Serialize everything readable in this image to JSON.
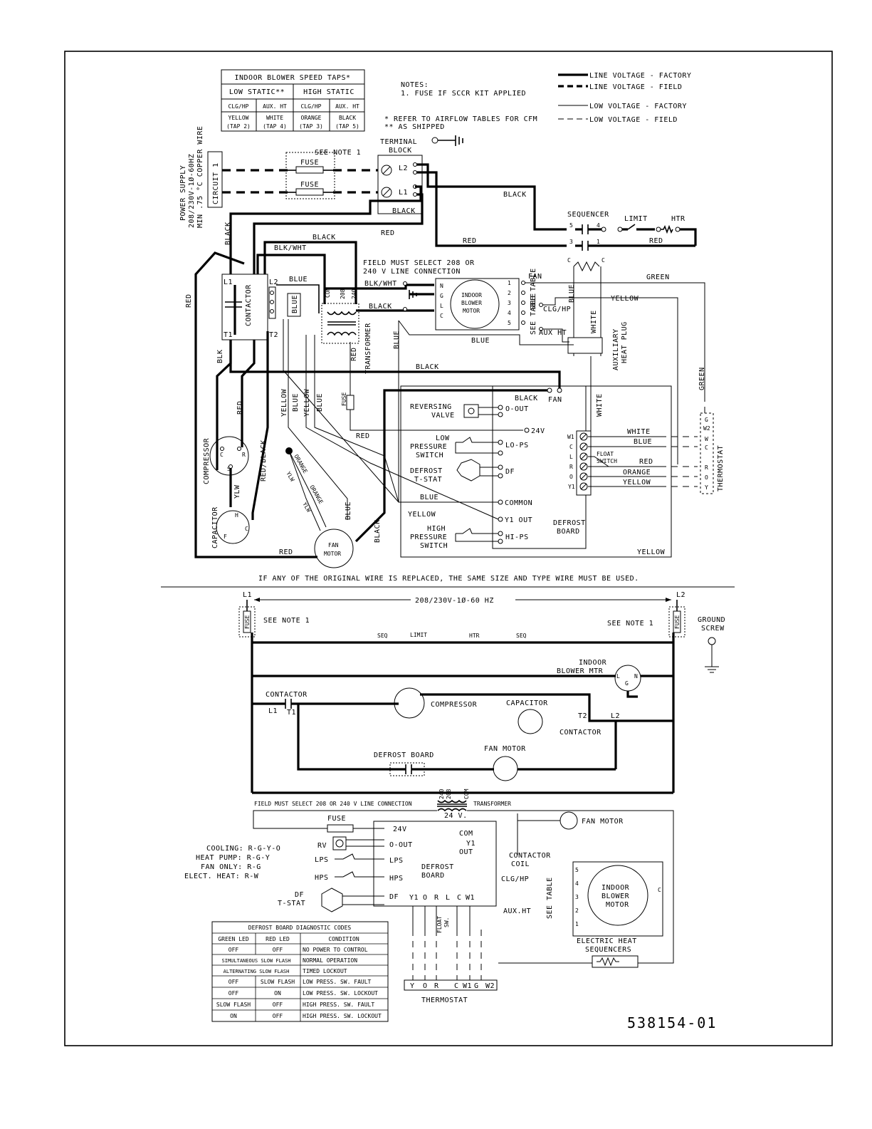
{
  "speed_taps": {
    "title": "INDOOR BLOWER SPEED TAPS*",
    "groups": [
      "LOW STATIC**",
      "HIGH STATIC"
    ],
    "modes": [
      "CLG/HP",
      "AUX. HT",
      "CLG/HP",
      "AUX. HT"
    ],
    "colors": [
      "YELLOW",
      "WHITE",
      "ORANGE",
      "BLACK"
    ],
    "taps": [
      "(TAP 2)",
      "(TAP 4)",
      "(TAP 3)",
      "(TAP 5)"
    ]
  },
  "notes": {
    "title": "NOTES:",
    "note1": "1. FUSE IF SCCR KIT APPLIED",
    "star1": "* REFER TO AIRFLOW TABLES FOR CFM",
    "star2": "** AS SHIPPED"
  },
  "legend": [
    {
      "label": "LINE VOLTAGE - FACTORY",
      "style": "thick-solid"
    },
    {
      "label": "LINE VOLTAGE - FIELD",
      "style": "thick-dashed"
    },
    {
      "label": "LOW VOLTAGE - FACTORY",
      "style": "thin-solid"
    },
    {
      "label": "LOW VOLTAGE - FIELD",
      "style": "thin-dashed"
    }
  ],
  "top": {
    "power_supply": [
      "POWER SUPPLY",
      "208/230V-1Ø-60HZ",
      "MIN .75 °C COPPER WIRE"
    ],
    "circuit": "CIRCUIT 1",
    "see_note": "SEE NOTE 1",
    "fuse": "FUSE",
    "terminal_block": [
      "TERMINAL",
      "BLOCK"
    ],
    "tb_l2": "L2",
    "tb_l1": "L1",
    "sequencer": "SEQUENCER",
    "limit": "LIMIT",
    "htr": "HTR",
    "seq_5": "5",
    "seq_4": "4",
    "seq_3": "3",
    "seq_1": "1",
    "seq_c1": "C",
    "seq_c2": "C",
    "field_select": [
      "FIELD MUST SELECT 208 OR",
      "240 V LINE CONNECTION"
    ],
    "contactor": "CONTACTOR",
    "ct_l1": "L1",
    "ct_l2": "L2",
    "ct_t1": "T1",
    "ct_t2": "T2",
    "xfmr": "TRANSFORMER",
    "xfmr_com": "COM",
    "xfmr_208": "208",
    "xfmr_240": "240",
    "blower_motor": [
      "INDOOR",
      "BLOWER",
      "MOTOR"
    ],
    "motor_pins_left": [
      "N",
      "G",
      "L",
      "C"
    ],
    "motor_pins_right": [
      "1",
      "2",
      "3",
      "4",
      "5"
    ],
    "fan": "FAN",
    "see_table1": "SEE TABLE",
    "see_table2": "SEE TABLE",
    "clg_hp": "CLG/HP",
    "aux_ht": "AUX HT",
    "aux_plug": [
      "AUXILIARY",
      "HEAT PLUG"
    ],
    "compressor": "COMPRESSOR",
    "capacitor": "CAPACITOR",
    "fan_motor": [
      "FAN",
      "MOTOR"
    ],
    "comp_c": "C",
    "comp_r": "R",
    "comp_s": "S",
    "cap_h": "H",
    "cap_f": "F",
    "cap_c": "C",
    "reversing_valve": [
      "REVERSING",
      "VALVE"
    ],
    "low_ps": [
      "LOW",
      "PRESSURE",
      "SWITCH"
    ],
    "defrost_tstat": [
      "DEFROST",
      "T-STAT"
    ],
    "high_ps": [
      "HIGH",
      "PRESSURE",
      "SWITCH"
    ],
    "board_terms": [
      "FAN",
      "O-OUT",
      "24V",
      "LO-PS",
      "DF",
      "COMMON",
      "Y1 OUT",
      "HI-PS"
    ],
    "defrost_board": [
      "DEFROST",
      "BOARD"
    ],
    "thermo_terms": [
      "W1",
      "C",
      "L",
      "R",
      "O",
      "Y1"
    ],
    "float_switch": [
      "FLOAT",
      "SWITCH"
    ],
    "thermostat": "THERMOSTAT",
    "thermo_letters": [
      "G",
      "W2",
      "W",
      "C",
      "R",
      "O",
      "Y"
    ],
    "wires": {
      "black": "BLACK",
      "red": "RED",
      "blue": "BLUE",
      "blkwht": "BLK/WHT",
      "green": "GREEN",
      "yellow": "YELLOW",
      "white": "WHITE",
      "orange": "ORANGE",
      "blk": "BLK",
      "ylw": "YLW",
      "redblack": "RED/BLACK",
      "fuse": "FUSE"
    }
  },
  "replace_note": "IF ANY OF THE ORIGINAL WIRE IS REPLACED, THE SAME SIZE AND TYPE WIRE MUST BE USED.",
  "ladder": {
    "l1": "L1",
    "l2": "L2",
    "supply": "208/230V-1Ø-60 HZ",
    "see_note_l": "SEE NOTE 1",
    "see_note_r": "SEE NOTE 1",
    "fuse": "FUSE",
    "ground": [
      "GROUND",
      "SCREW"
    ],
    "seq1": "SEQ",
    "limit": "LIMIT",
    "htr": "HTR",
    "seq2": "SEQ",
    "indoor_blower": [
      "INDOOR",
      "BLOWER MTR"
    ],
    "ib_l": "L",
    "ib_n": "N",
    "ib_g": "G",
    "contactor": "CONTACTOR",
    "c_l1": "L1",
    "c_t1": "T1",
    "compressor": "COMPRESSOR",
    "capacitor": "CAPACITOR",
    "contactor2": "CONTACTOR",
    "c_t2": "T2",
    "c_l2": "L2",
    "defrost_board": "DEFROST BOARD",
    "fan_motor": "FAN MOTOR",
    "xfmr_taps": [
      "240",
      "208",
      "COM"
    ],
    "field_select": "FIELD MUST SELECT 208 OR 240 V LINE CONNECTION",
    "transformer": "TRANSFORMER",
    "v24": "24 V.",
    "lv_fuse": "FUSE",
    "modes": [
      "COOLING: R-G-Y-O",
      "HEAT PUMP: R-G-Y",
      "FAN ONLY: R-G",
      "ELECT. HEAT: R-W"
    ],
    "rv": "RV",
    "lps": "LPS",
    "hps": "HPS",
    "df": [
      "DF",
      "T-STAT"
    ],
    "board_left": [
      "24V",
      "O-OUT",
      "LPS",
      "HPS",
      "DF"
    ],
    "board_right": [
      "COM",
      "Y1",
      "OUT"
    ],
    "board_bottom": [
      "Y1",
      "O",
      "R",
      "L",
      "C",
      "W1"
    ],
    "board_title": [
      "DEFROST",
      "BOARD"
    ],
    "float_sw": [
      "FLOAT",
      "SW."
    ],
    "fan_motor2": "FAN MOTOR",
    "contactor_coil": [
      "CONTACTOR",
      "COIL"
    ],
    "clg_hp": "CLG/HP",
    "aux_ht": "AUX.HT",
    "see_table": "SEE TABLE",
    "blower_pins": [
      "5",
      "4",
      "3",
      "2",
      "1"
    ],
    "indoor_motor": [
      "INDOOR",
      "BLOWER",
      "MOTOR"
    ],
    "motor_c": "C",
    "elec_heat": [
      "ELECTRIC HEAT",
      "SEQUENCERS"
    ],
    "thermostat": "THERMOSTAT",
    "thermo_row": [
      "Y",
      "O",
      "R",
      "C",
      "W1",
      "G",
      "W2"
    ]
  },
  "diag_table": {
    "title": "DEFROST BOARD DIAGNOSTIC CODES",
    "headers": [
      "GREEN LED",
      "RED LED",
      "CONDITION"
    ],
    "rows": [
      [
        "OFF",
        "OFF",
        "NO POWER TO CONTROL"
      ],
      [
        "SIMULTANEOUS SLOW FLASH",
        "",
        "NORMAL OPERATION"
      ],
      [
        "ALTERNATING SLOW FLASH",
        "",
        "TIMED LOCKOUT"
      ],
      [
        "OFF",
        "SLOW FLASH",
        "LOW PRESS. SW. FAULT"
      ],
      [
        "OFF",
        "ON",
        "LOW PRESS. SW. LOCKOUT"
      ],
      [
        "SLOW FLASH",
        "OFF",
        "HIGH PRESS. SW. FAULT"
      ],
      [
        "ON",
        "OFF",
        "HIGH PRESS. SW. LOCKOUT"
      ]
    ]
  },
  "part_number": "538154-01"
}
